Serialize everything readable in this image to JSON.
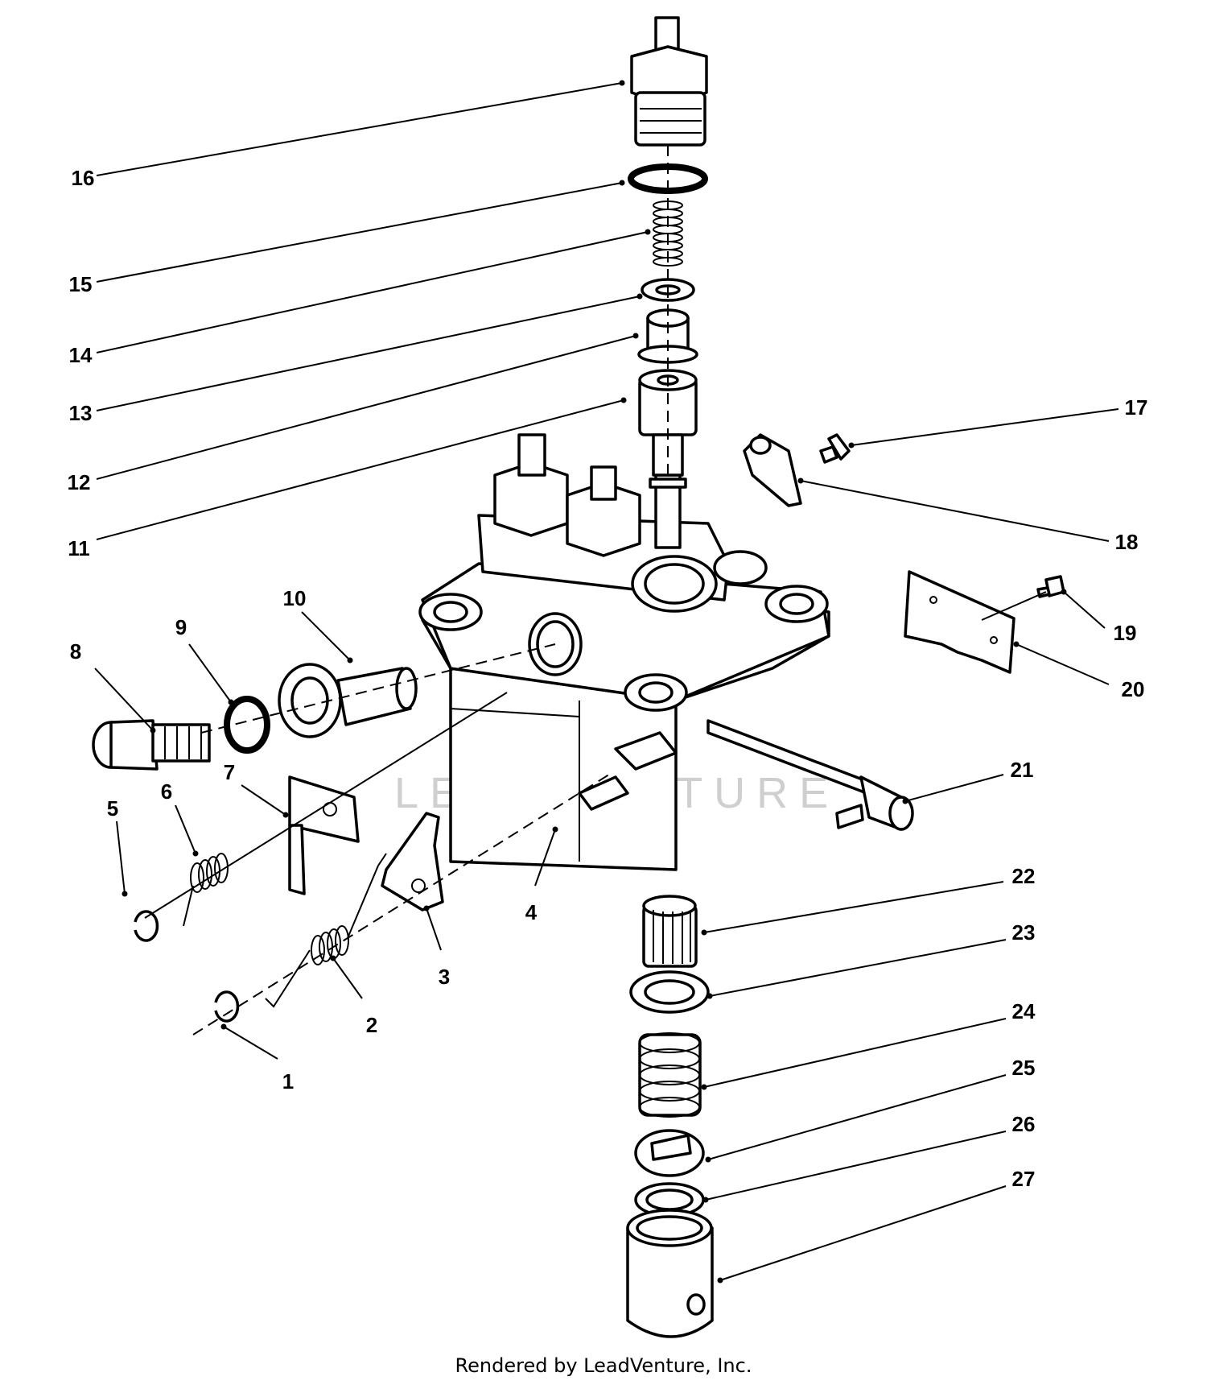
{
  "watermark": "LEADVENTURE",
  "footer": "Rendered by LeadVenture, Inc.",
  "callouts": [
    {
      "label": "1"
    },
    {
      "label": "2"
    },
    {
      "label": "3"
    },
    {
      "label": "4"
    },
    {
      "label": "5"
    },
    {
      "label": "6"
    },
    {
      "label": "7"
    },
    {
      "label": "8"
    },
    {
      "label": "9"
    },
    {
      "label": "10"
    },
    {
      "label": "11"
    },
    {
      "label": "12"
    },
    {
      "label": "13"
    },
    {
      "label": "14"
    },
    {
      "label": "15"
    },
    {
      "label": "16"
    },
    {
      "label": "17"
    },
    {
      "label": "18"
    },
    {
      "label": "19"
    },
    {
      "label": "20"
    },
    {
      "label": "21"
    },
    {
      "label": "22"
    },
    {
      "label": "23"
    },
    {
      "label": "24"
    },
    {
      "label": "25"
    },
    {
      "label": "26"
    },
    {
      "label": "27"
    }
  ]
}
